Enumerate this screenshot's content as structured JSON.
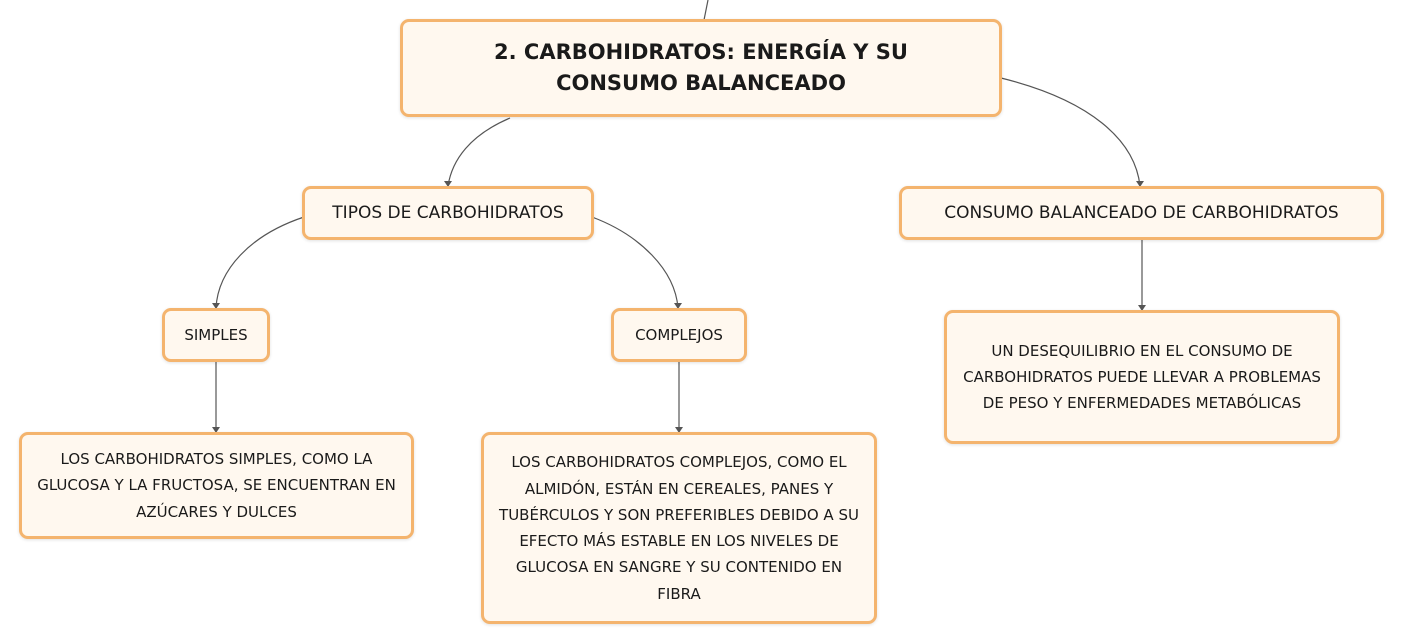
{
  "nodes": {
    "main": "2. CARBOHIDRATOS: ENERGÍA Y SU CONSUMO BALANCEADO",
    "tipos": "TIPOS DE CARBOHIDRATOS",
    "consumo": "CONSUMO BALANCEADO DE CARBOHIDRATOS",
    "simples": "SIMPLES",
    "complejos": "COMPLEJOS",
    "simples_desc": "LOS CARBOHIDRATOS SIMPLES, COMO LA GLUCOSA Y LA FRUCTOSA, SE ENCUENTRAN EN AZÚCARES Y DULCES",
    "complejos_desc": "LOS CARBOHIDRATOS COMPLEJOS, COMO EL ALMIDÓN, ESTÁN EN CEREALES, PANES Y TUBÉRCULOS Y SON PREFERIBLES DEBIDO A SU EFECTO MÁS ESTABLE EN LOS NIVELES DE GLUCOSA EN SANGRE Y SU CONTENIDO EN FIBRA",
    "consumo_desc": "UN DESEQUILIBRIO EN EL CONSUMO DE CARBOHIDRATOS PUEDE LLEVAR A PROBLEMAS DE PESO Y ENFERMEDADES METABÓLICAS"
  },
  "colors": {
    "node_fill": "#fff8ef",
    "node_border": "#f4b46e",
    "connector": "#555555"
  }
}
